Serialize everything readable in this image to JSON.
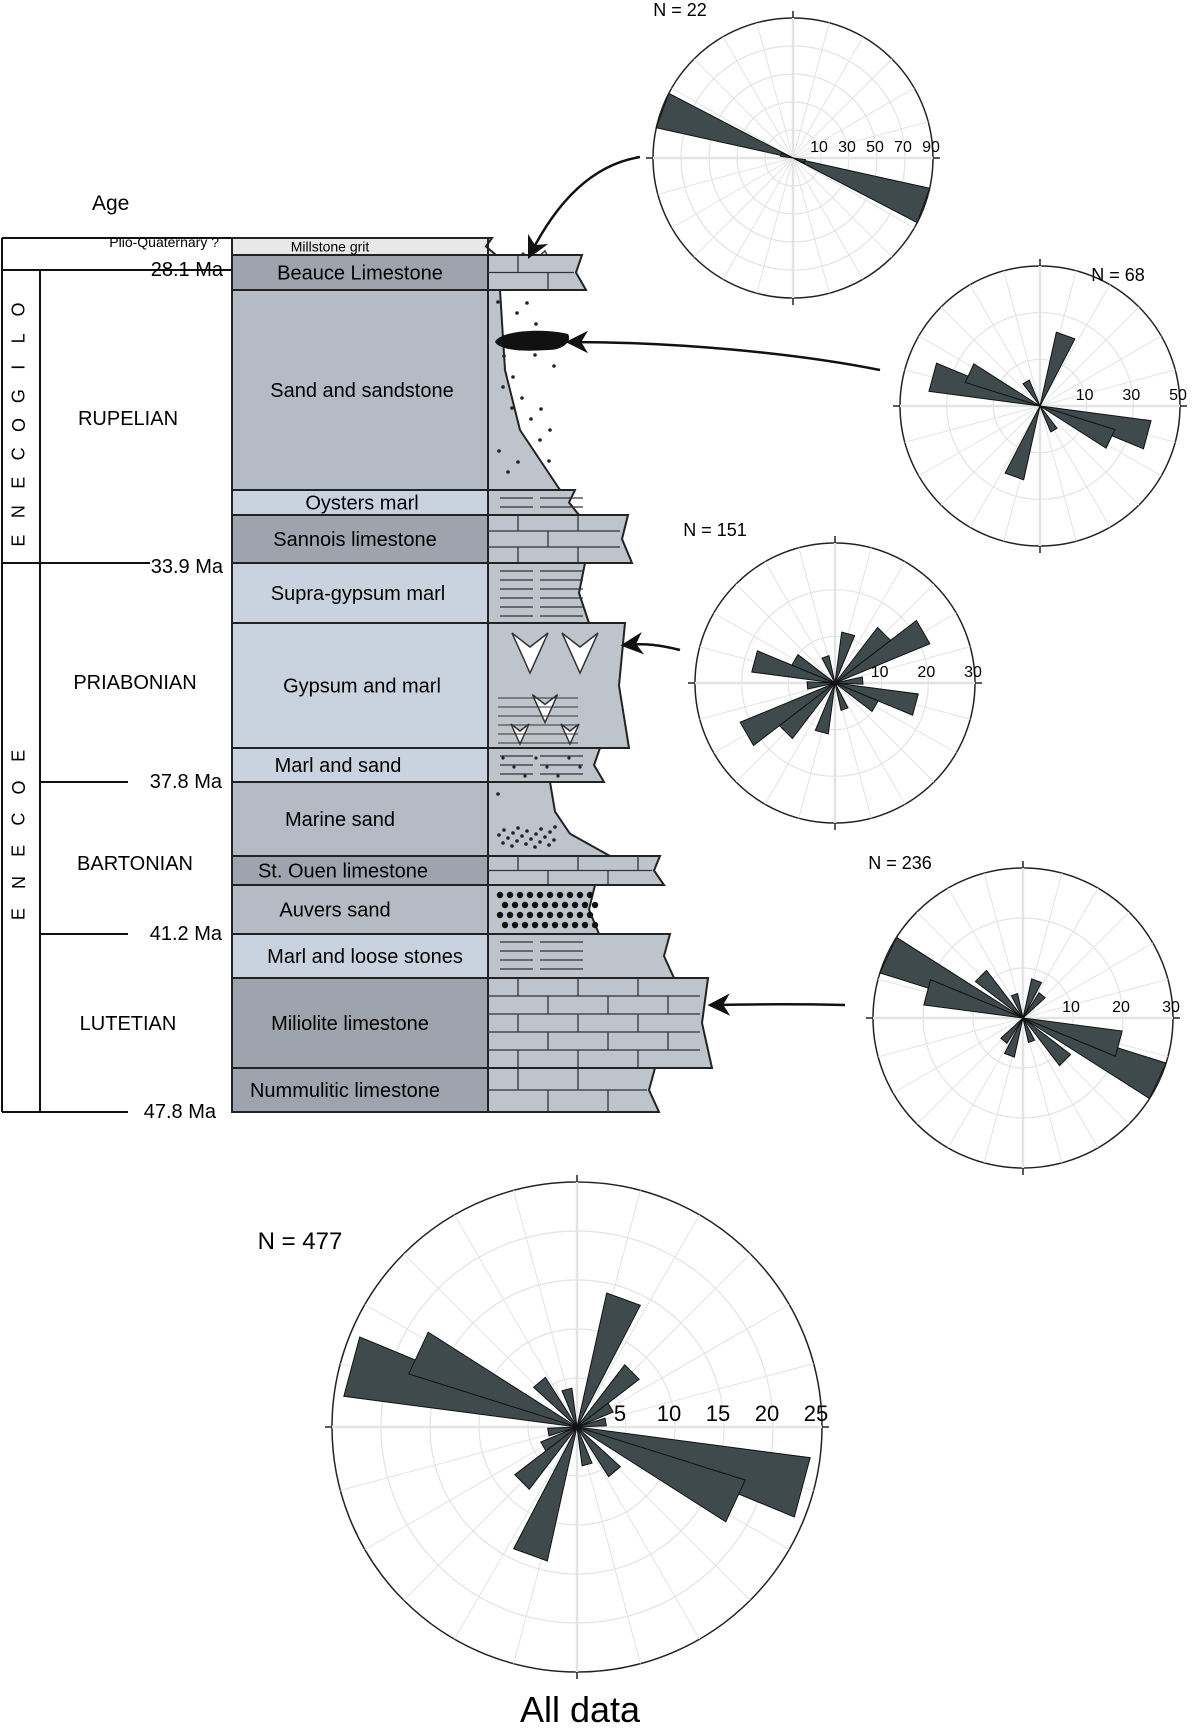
{
  "colors": {
    "unit_dark": "#9ea4ad",
    "unit_mid": "#b5bbc5",
    "unit_light": "#c9d3df",
    "litho_fill": "#bdc4cc",
    "rose_petal": "#3f4a4c",
    "rose_grid": "#e3e3e3",
    "outline": "#222222"
  },
  "column": {
    "age_label": "Age",
    "epochs": [
      {
        "label": "OLIGOCENE"
      },
      {
        "label": "EOCENE"
      }
    ],
    "stages": [
      {
        "label": "RUPELIAN"
      },
      {
        "label": "PRIABONIAN"
      },
      {
        "label": "BARTONIAN"
      },
      {
        "label": "LUTETIAN"
      }
    ],
    "ages": [
      "Plio-Quaternary ?",
      "28.1 Ma",
      "33.9 Ma",
      "37.8 Ma",
      "41.2 Ma",
      "47.8 Ma"
    ],
    "units": [
      {
        "name": "Millstone grit",
        "tone": "white",
        "litho": "grit"
      },
      {
        "name": "Beauce Limestone",
        "tone": "dark",
        "litho": "limestone"
      },
      {
        "name": "Sand and sandstone",
        "tone": "mid",
        "litho": "sand"
      },
      {
        "name": "Oysters marl",
        "tone": "light",
        "litho": "marl"
      },
      {
        "name": "Sannois limestone",
        "tone": "dark",
        "litho": "limestone"
      },
      {
        "name": "Supra-gypsum marl",
        "tone": "light",
        "litho": "marl"
      },
      {
        "name": "Gypsum and marl",
        "tone": "light",
        "litho": "gypsum"
      },
      {
        "name": "Marl and sand",
        "tone": "light",
        "litho": "marlsand"
      },
      {
        "name": "Marine sand",
        "tone": "mid",
        "litho": "sand"
      },
      {
        "name": "St. Ouen limestone",
        "tone": "dark",
        "litho": "limestone"
      },
      {
        "name": "Auvers sand",
        "tone": "mid",
        "litho": "coarsesand"
      },
      {
        "name": "Marl and loose stones",
        "tone": "light",
        "litho": "marl"
      },
      {
        "name": "Miliolite limestone",
        "tone": "dark",
        "litho": "limestone"
      },
      {
        "name": "Nummulitic limestone",
        "tone": "dark",
        "litho": "limestone"
      }
    ]
  },
  "roses": [
    {
      "n_label": "N = 22",
      "ticks": [
        "10",
        "30",
        "50",
        "70",
        "90"
      ],
      "max": 90,
      "petals": [
        {
          "az": 110,
          "v": 90
        },
        {
          "az": 290,
          "v": 90
        },
        {
          "az": 105,
          "v": 8
        },
        {
          "az": 285,
          "v": 8
        }
      ]
    },
    {
      "n_label": "N = 68",
      "ticks": [
        "10",
        "30",
        "50"
      ],
      "max": 50,
      "petals": [
        {
          "az": 20,
          "v": 27
        },
        {
          "az": 200,
          "v": 27
        },
        {
          "az": 105,
          "v": 40
        },
        {
          "az": 285,
          "v": 40
        },
        {
          "az": 115,
          "v": 28
        },
        {
          "az": 295,
          "v": 28
        },
        {
          "az": 150,
          "v": 10
        },
        {
          "az": 330,
          "v": 10
        }
      ]
    },
    {
      "n_label": "N = 151",
      "ticks": [
        "10",
        "20",
        "30"
      ],
      "max": 30,
      "petals": [
        {
          "az": 60,
          "v": 22
        },
        {
          "az": 240,
          "v": 22
        },
        {
          "az": 45,
          "v": 15
        },
        {
          "az": 225,
          "v": 15
        },
        {
          "az": 105,
          "v": 18
        },
        {
          "az": 285,
          "v": 18
        },
        {
          "az": 120,
          "v": 10
        },
        {
          "az": 300,
          "v": 10
        },
        {
          "az": 15,
          "v": 11
        },
        {
          "az": 195,
          "v": 11
        },
        {
          "az": 160,
          "v": 6
        },
        {
          "az": 340,
          "v": 6
        },
        {
          "az": 85,
          "v": 6
        },
        {
          "az": 265,
          "v": 6
        }
      ]
    },
    {
      "n_label": "N = 236",
      "ticks": [
        "10",
        "20",
        "30"
      ],
      "max": 30,
      "petals": [
        {
          "az": 115,
          "v": 30
        },
        {
          "az": 295,
          "v": 30
        },
        {
          "az": 105,
          "v": 20
        },
        {
          "az": 285,
          "v": 20
        },
        {
          "az": 135,
          "v": 12
        },
        {
          "az": 315,
          "v": 12
        },
        {
          "az": 20,
          "v": 8
        },
        {
          "az": 200,
          "v": 8
        },
        {
          "az": 40,
          "v": 6
        },
        {
          "az": 220,
          "v": 6
        },
        {
          "az": 160,
          "v": 5
        },
        {
          "az": 340,
          "v": 5
        }
      ]
    },
    {
      "n_label": "N = 477",
      "ticks": [
        "5",
        "10",
        "15",
        "20",
        "25"
      ],
      "max": 25,
      "petals": [
        {
          "az": 105,
          "v": 24
        },
        {
          "az": 285,
          "v": 24
        },
        {
          "az": 115,
          "v": 18
        },
        {
          "az": 295,
          "v": 18
        },
        {
          "az": 20,
          "v": 14
        },
        {
          "az": 200,
          "v": 14
        },
        {
          "az": 45,
          "v": 8
        },
        {
          "az": 225,
          "v": 8
        },
        {
          "az": 140,
          "v": 6
        },
        {
          "az": 320,
          "v": 6
        },
        {
          "az": 60,
          "v": 4
        },
        {
          "az": 240,
          "v": 4
        },
        {
          "az": 165,
          "v": 4
        },
        {
          "az": 345,
          "v": 4
        },
        {
          "az": 80,
          "v": 3
        },
        {
          "az": 260,
          "v": 3
        }
      ]
    }
  ],
  "all_data_label": "All data"
}
